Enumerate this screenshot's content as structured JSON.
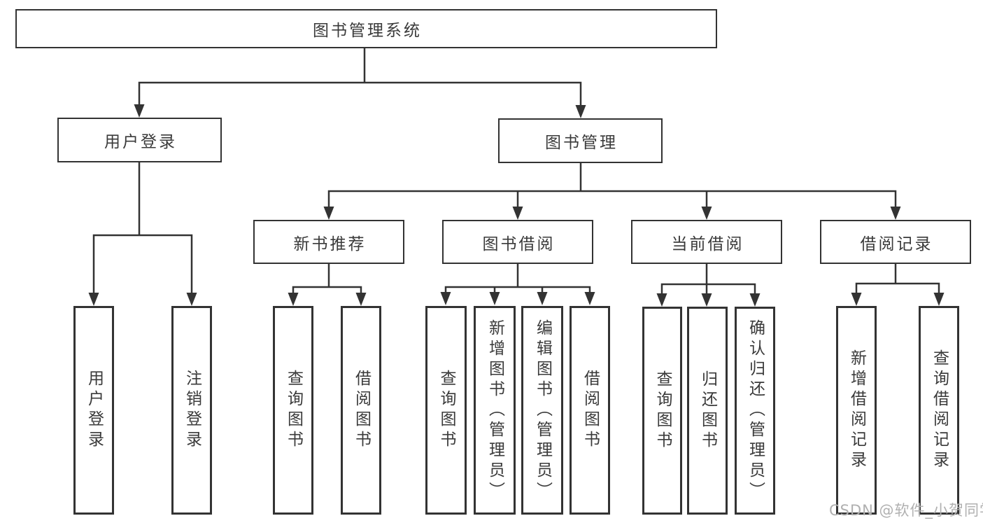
{
  "title": "图书管理系统",
  "tree": {
    "root": "图书管理系统",
    "branches": [
      {
        "label": "用户登录",
        "children": [
          "用户登录",
          "注销登录"
        ]
      },
      {
        "label": "图书管理",
        "groups": [
          {
            "label": "新书推荐",
            "children": [
              "查询图书",
              "借阅图书"
            ]
          },
          {
            "label": "图书借阅",
            "children": [
              "查询图书",
              "新增图书（管理员）",
              "编辑图书（管理员）",
              "借阅图书"
            ]
          },
          {
            "label": "当前借阅",
            "children": [
              "查询图书",
              "归还图书",
              "确认归还（管理员）"
            ]
          },
          {
            "label": "借阅记录",
            "children": [
              "新增借阅记录",
              "查询借阅记录"
            ]
          }
        ]
      }
    ]
  },
  "watermark": "CSDN @软件_小贺同学",
  "colors": {
    "line": "#333333",
    "border": "#333333",
    "text": "#3a3a3a",
    "watermark": "#b0b0b0",
    "background": "#ffffff"
  }
}
